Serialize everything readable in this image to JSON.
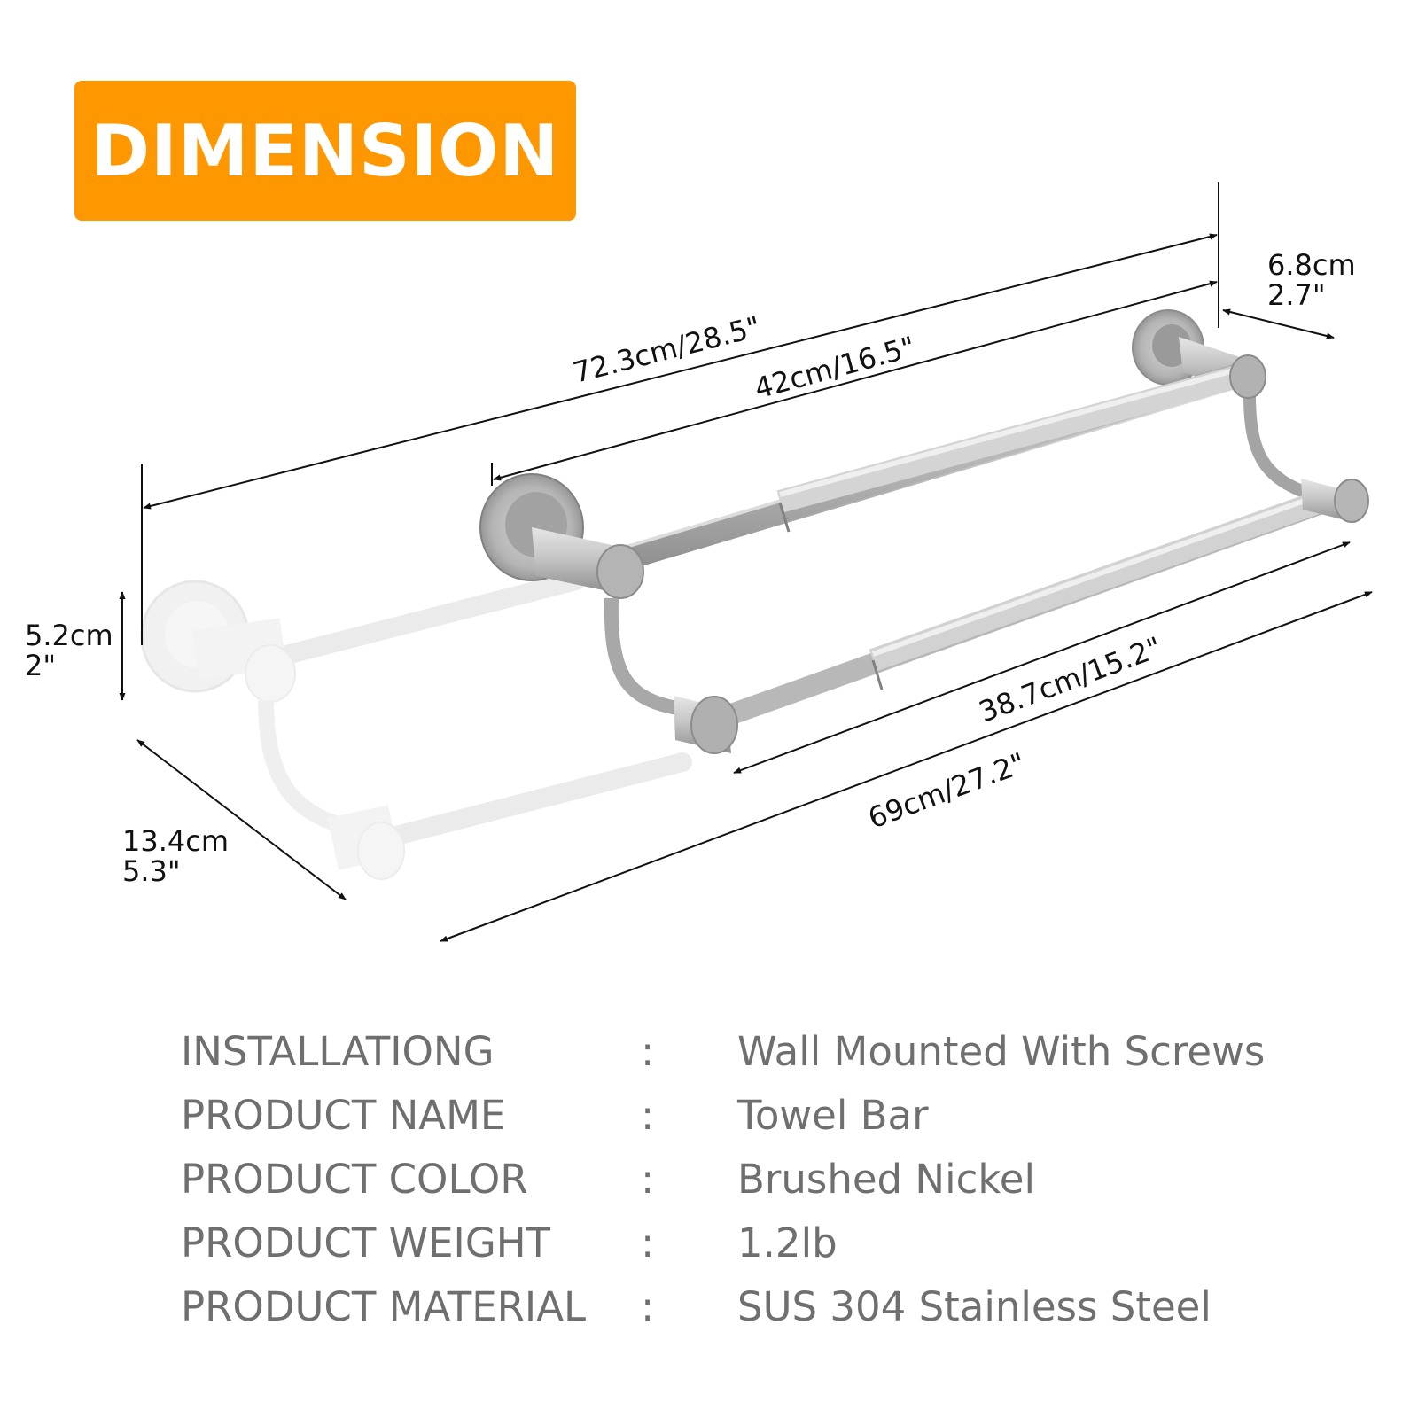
{
  "badge": {
    "text": "DIMENSION",
    "color": "#FF9800"
  },
  "colors": {
    "metal": "#c3c3c3",
    "metal_dark": "#8f8f8f",
    "ghost": "#eaeaea",
    "lines": "#111111",
    "spec_text": "#6f6f6f"
  },
  "dimensions": {
    "total_length": "72.3cm/28.5\"",
    "top_bar_length": "42cm/16.5\"",
    "depth_top_cm": "6.8cm",
    "depth_top_in": "2.7\"",
    "height_cm": "5.2cm",
    "height_in": "2\"",
    "depth_cm": "13.4cm",
    "depth_in": "5.3\"",
    "bottom_bar_length": "38.7cm/15.2\"",
    "overall_bottom_length": "69cm/27.2\""
  },
  "specs": [
    {
      "label": "INSTALLATIONG",
      "value": "Wall Mounted With Screws"
    },
    {
      "label": "PRODUCT NAME",
      "value": "Towel Bar"
    },
    {
      "label": "PRODUCT COLOR",
      "value": "Brushed Nickel"
    },
    {
      "label": "PRODUCT WEIGHT",
      "value": "1.2lb"
    },
    {
      "label": "PRODUCT MATERIAL",
      "value": "SUS 304 Stainless Steel"
    }
  ],
  "colon": ":"
}
